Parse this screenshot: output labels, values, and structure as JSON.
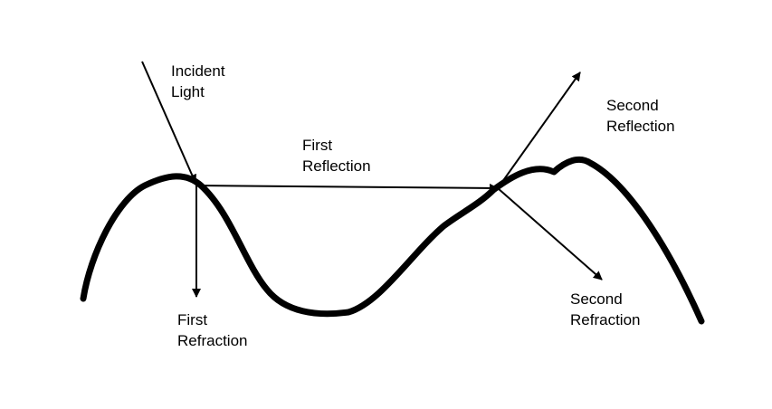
{
  "diagram": {
    "labels": {
      "incident_light": [
        "Incident",
        "Light"
      ],
      "first_reflection": [
        "First",
        "Reflection"
      ],
      "second_reflection": [
        "Second",
        "Reflection"
      ],
      "first_refraction": [
        "First",
        "Refraction"
      ],
      "second_refraction": [
        "Second",
        "Refraction"
      ]
    },
    "colors": {
      "ink": "#000000",
      "background": "#ffffff"
    }
  }
}
